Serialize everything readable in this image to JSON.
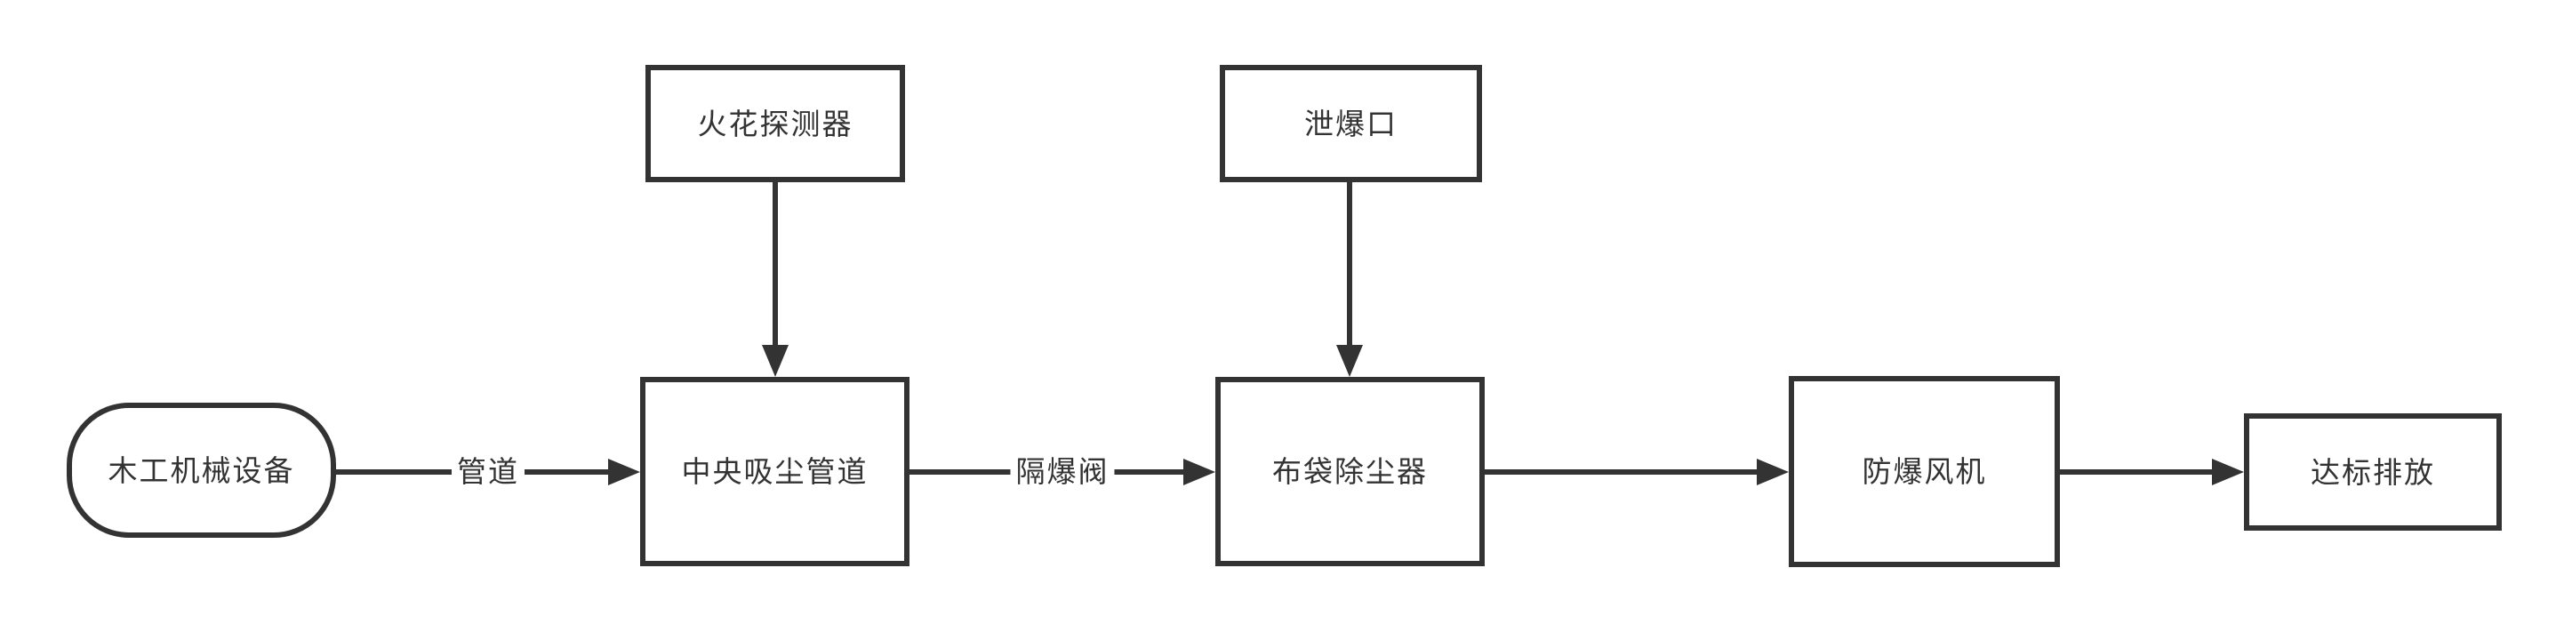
{
  "diagram": {
    "type": "flowchart",
    "colors": {
      "stroke": "#333333",
      "text": "#333333",
      "background": "#ffffff"
    },
    "nodes": [
      {
        "id": "wood-machinery",
        "label": "木工机械设备",
        "shape": "rounded-rect"
      },
      {
        "id": "spark-detector",
        "label": "火花探测器",
        "shape": "rect"
      },
      {
        "id": "explosion-vent",
        "label": "泄爆口",
        "shape": "rect"
      },
      {
        "id": "central-duct",
        "label": "中央吸尘管道",
        "shape": "rect"
      },
      {
        "id": "bag-filter",
        "label": "布袋除尘器",
        "shape": "rect"
      },
      {
        "id": "explosion-proof-fan",
        "label": "防爆风机",
        "shape": "rect"
      },
      {
        "id": "compliant-discharge",
        "label": "达标排放",
        "shape": "rect"
      }
    ],
    "edges": [
      {
        "from": "wood-machinery",
        "to": "central-duct",
        "label": "管道",
        "direction": "right"
      },
      {
        "from": "spark-detector",
        "to": "central-duct",
        "label": "",
        "direction": "down"
      },
      {
        "from": "explosion-vent",
        "to": "bag-filter",
        "label": "",
        "direction": "down"
      },
      {
        "from": "central-duct",
        "to": "bag-filter",
        "label": "隔爆阀",
        "direction": "right"
      },
      {
        "from": "bag-filter",
        "to": "explosion-proof-fan",
        "label": "",
        "direction": "right"
      },
      {
        "from": "explosion-proof-fan",
        "to": "compliant-discharge",
        "label": "",
        "direction": "right"
      }
    ]
  }
}
